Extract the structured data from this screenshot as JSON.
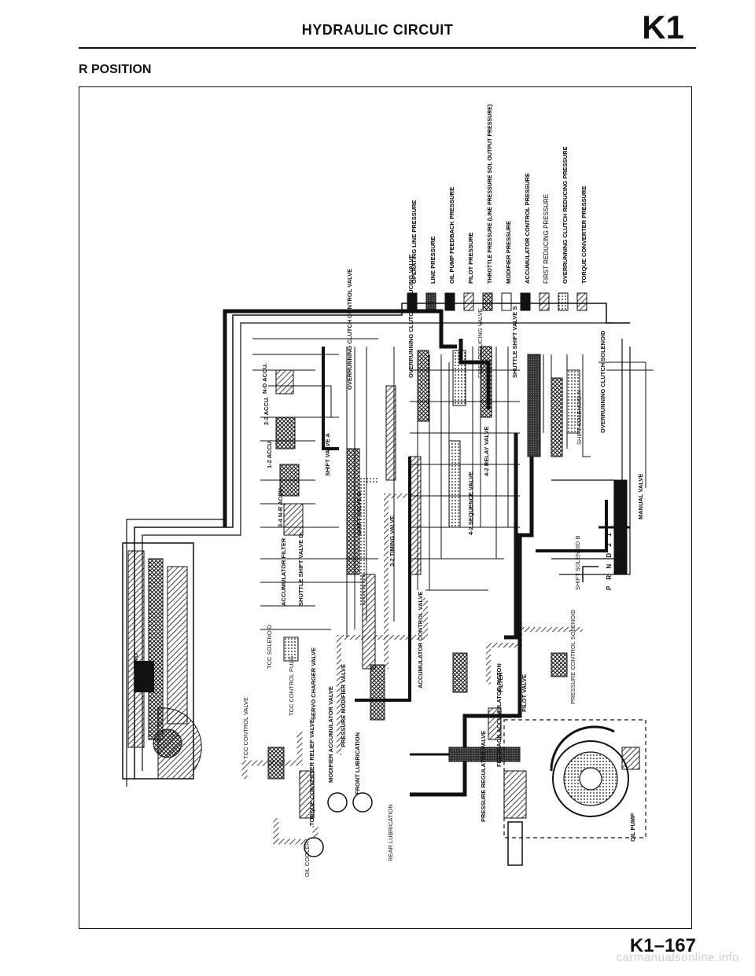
{
  "header": {
    "title": "HYDRAULIC CIRCUIT",
    "section_code": "K1",
    "position_label": "R POSITION"
  },
  "legend": [
    {
      "label": "OPERATING LINE PRESSURE",
      "pattern": "solid"
    },
    {
      "label": "LINE PRESSURE",
      "pattern": "dark"
    },
    {
      "label": "OIL PUMP FEEDBACK PRESSURE",
      "pattern": "solid"
    },
    {
      "label": "PILOT PRESSURE",
      "pattern": "hatch"
    },
    {
      "label": "THROTTLE PRESSURE (LINE PRESSURE SOL OUTPUT PRESSURE)",
      "pattern": "cross"
    },
    {
      "label": "MODIFIER PRESSURE",
      "pattern": "empty"
    },
    {
      "label": "ACCUMULATOR CONTROL PRESSURE",
      "pattern": "solid"
    },
    {
      "label": "FIRST REDUCING PRESSURE",
      "pattern": "hatch"
    },
    {
      "label": "OVERRUNNING CLUTCH REDUCING PRESSURE",
      "pattern": "dots"
    },
    {
      "label": "TORQUE CONVERTER PRESSURE",
      "pattern": "hatch"
    }
  ],
  "components": {
    "band_servo": "BAND SERVO",
    "tcc_solenoid": "TCC SOLENOID",
    "tcc_control_valve": "TCC CONTROL VALVE",
    "tcc_control_plug": "TCC CONTROL PULG",
    "servo_charger_valve": "SERVO CHARGER VALVE",
    "pressure_modifier_valve": "PRESSURE MODIFIER VALVE",
    "modifier_accumulator_valve": "MODIFIER ACCUMULATOR VALVE",
    "torque_converter_relief_valve": "TORQUE CONVERTER RELIEF VALVE",
    "front_lubrication": "FRONT LUBRICATION",
    "rear_lubrication": "REAR LUBRICATION",
    "oil_cooler": "OIL COOLER",
    "accumulator_filter": "ACCUMULATOR FILTER",
    "shuttle_shift_valve_d": "SHUTTLE SHIFT VALVE D",
    "accu_34": "3-4 N-R ACCU.",
    "accu_23": "2-3 ACCU.",
    "accu_12": "1-2 ACCU.",
    "accu_nd": "N-D ACCU.",
    "shift_valve_a": "SHIFT VALVE A",
    "shift_valve_b": "SHIFT VALVE B",
    "timing_valve_32": "3-2 TIMING VALVE",
    "accumulator_control_valve": "ACCUMULATOR CONTROL VALVE",
    "overrunning_clutch_control_valve": "OVERRUNNING CLUTCH CONTROL VALVE",
    "overrunning_clutch_reducing_valve": "OVERRUNNING CLUTCH REDUCING VALVE",
    "first_reducing_valve": "FIRST REDUCING VALVE",
    "shuttle_shift_valve_s": "SHUTTLE SHIFT VALVE S",
    "relay_valve_42": "4-2 RELAY VALVE",
    "sequence_valve_42": "4-2 SEQUENCE VALVE",
    "shift_solenoid_a": "SHIFT SOLENOID A",
    "shift_solenoid_b": "SHIFT SOLENOID B",
    "overrunning_clutch_solenoid": "OVERRUNNING CLUTCH SOLENOID",
    "manual_valve": "MANUAL VALVE",
    "gear_positions": "P R N D 2 1",
    "filter": "FILTER",
    "pilot_valve": "PILOT VALVE",
    "pressure_control_solenoid": "PRESSURE CONTROL SOLENOID",
    "pressure_regulator_valve": "PRESSURE REGULATOR VALVE",
    "feedback_accumulator_piston": "FEEDBACK ACCUMULATOR PISTON",
    "oil_pump": "OIL PUMP"
  },
  "footer": {
    "page_number": "K1–167",
    "watermark": "carmanualsonline.info"
  }
}
